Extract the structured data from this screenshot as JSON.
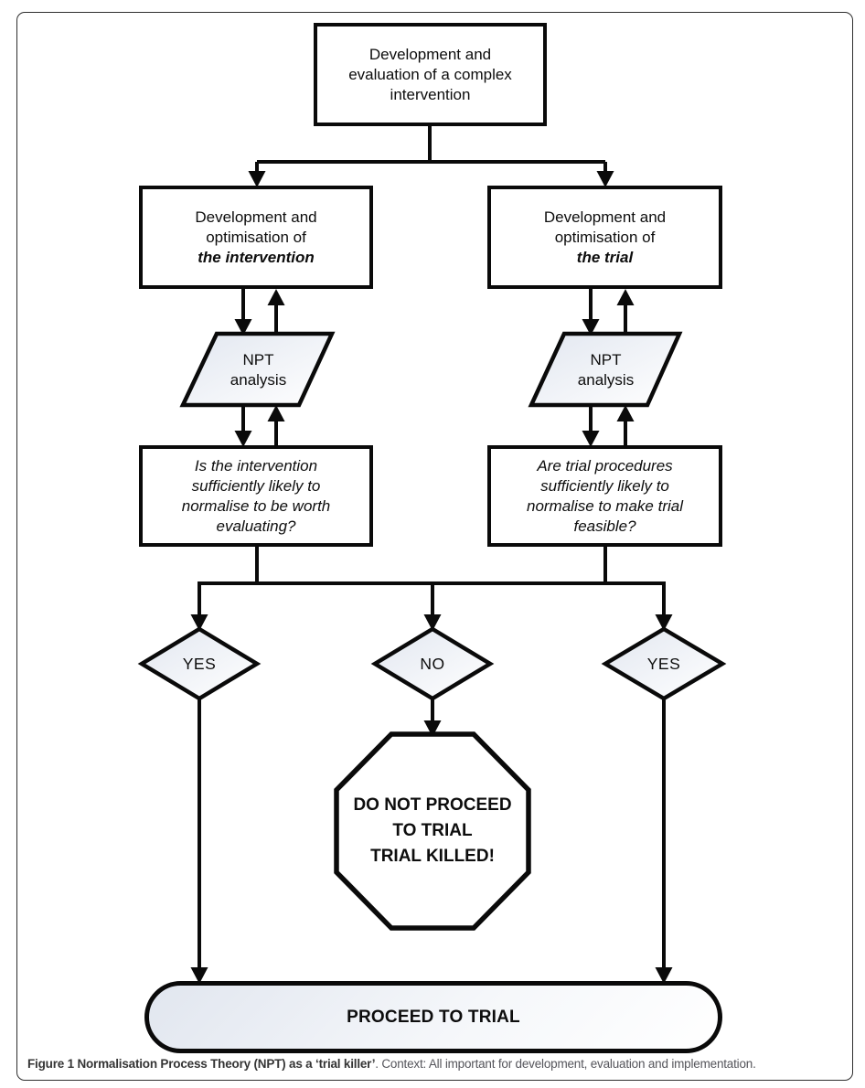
{
  "colors": {
    "line": "#0a0a0a",
    "shape_fill_start": "#e2e7f0",
    "shape_fill_end": "#ffffff",
    "caption_bold_color": "#353535",
    "caption_text_color": "#55555b"
  },
  "flowchart": {
    "root": {
      "lines": [
        "Development and",
        "evaluation of a complex",
        "intervention"
      ]
    },
    "left_branch": {
      "lines": [
        "Development and",
        "optimisation of"
      ],
      "emphasis": "the intervention"
    },
    "right_branch": {
      "lines": [
        "Development and",
        "optimisation of"
      ],
      "emphasis": "the trial"
    },
    "left_npt": {
      "lines": [
        "NPT",
        "analysis"
      ]
    },
    "right_npt": {
      "lines": [
        "NPT",
        "analysis"
      ]
    },
    "left_question": {
      "lines": [
        "Is the intervention",
        "sufficiently likely to",
        "normalise to be worth",
        "evaluating?"
      ]
    },
    "right_question": {
      "lines": [
        "Are trial procedures",
        "sufficiently likely to",
        "normalise to make trial",
        "feasible?"
      ]
    },
    "decision_left": {
      "label": "YES"
    },
    "decision_center": {
      "label": "NO"
    },
    "decision_right": {
      "label": "YES"
    },
    "stop": {
      "lines": [
        "DO NOT PROCEED",
        "TO TRIAL",
        "TRIAL KILLED!"
      ]
    },
    "proceed": {
      "label": "PROCEED TO TRIAL"
    }
  },
  "caption": {
    "bold": "Figure 1 Normalisation Process Theory (NPT) as a ‘trial killer’",
    "rest": ". Context: All important for development, evaluation and implementation."
  }
}
